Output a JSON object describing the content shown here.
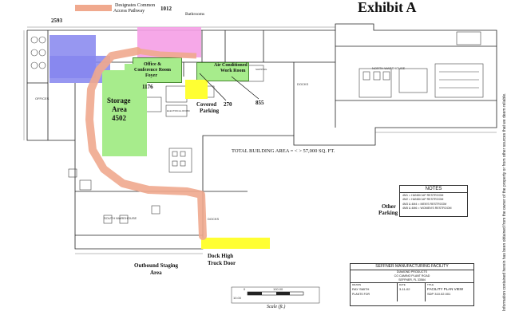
{
  "title": "Exhibit A",
  "legend": {
    "label_line1": "Designates Common",
    "label_line2": "Access Pathway",
    "swatch_color": "#f0a98e"
  },
  "areas": {
    "bathrooms": {
      "label": "Bathrooms",
      "sqft": "1012",
      "color": "#f59fe6"
    },
    "top_left": {
      "sqft": "2593",
      "color": "#8585ee"
    },
    "office": {
      "label_line1": "Office &",
      "label_line2": "Conference Room",
      "label_line3": "Foyer",
      "sqft": "1176",
      "color": "#a7ec8c"
    },
    "storage": {
      "label_line1": "Storage",
      "label_line2": "Area",
      "sqft": "4502",
      "color": "#a7ec8c"
    },
    "air_conditioned": {
      "label_line1": "Air Conditioned",
      "label_line2": "Work Room",
      "sqft": "855",
      "color": "#a7ec8c"
    },
    "covered_parking": {
      "label_line1": "Covered",
      "label_line2": "Parking",
      "sqft": "270",
      "color": "#ffff33"
    },
    "dock_door": {
      "label_line1": "Dock High",
      "label_line2": "Truck Door",
      "color": "#ffff33"
    },
    "outbound": {
      "label_line1": "Outbound Staging",
      "label_line2": "Area"
    },
    "other_parking": {
      "label_line1": "Other",
      "label_line2": "Parking"
    }
  },
  "plan_labels": {
    "north_warehouse": "NORTH WAREHOUSE",
    "south_warehouse": "SOUTH WAREHOUSE",
    "docks_top": "DOCKS",
    "docks_bottom": "DOCKS",
    "offices": "OFFICES",
    "total_area": "TOTAL BUILDING AREA = < > 57,000 SQ. FT.",
    "electrical_room": "ELECTRICAL ROOM",
    "shipping": "SHIPPING"
  },
  "notes": {
    "title": "NOTES",
    "items": [
      "4M1 = HANDICAP RESTROOM",
      "4M2 = HANDICAP RESTROOM",
      "4M3 & 4M4 = MEN'S RESTROOM",
      "4M5 & 4M6 = WOMEN'S RESTROOM"
    ]
  },
  "title_block": {
    "company": "SEFFNER MANUFACTURING FACILITY",
    "products": "DIAMOND PRODUCTS",
    "address": "CO CAMINO PLANT ROAD",
    "city": "SEFFNER, FL 33584",
    "drawn_label": "DRAWN",
    "drawn_value": "RAY SMITH",
    "date_label": "DATE",
    "date_value": "3-11-02",
    "title_label": "TITLE",
    "title_value": "FACILITY PLAN VIEW",
    "file": "SDP 310.02.001",
    "plants": "PLANTS FOR"
  },
  "scale": {
    "label": "Scale (ft.)",
    "tick_0": "0",
    "tick_100": "100.00",
    "tick_left": "10.00"
  },
  "side_note": "Information contained herein has been obtained from the owner of the property or from other sources that we deem reliable."
}
